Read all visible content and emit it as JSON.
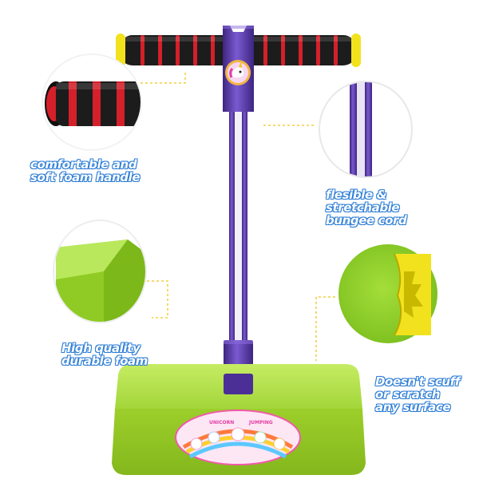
{
  "features": {
    "handle": {
      "line1": "comfortable and",
      "line2": "soft foam handle"
    },
    "cord": {
      "line1": "flesible &",
      "line2": "stretchable",
      "line3": "bungee cord"
    },
    "base": {
      "line1": "High quality",
      "line2": "durable foam"
    },
    "scuff": {
      "line1": "Doesn't scuff",
      "line2": "or scratch",
      "line3": "any surface"
    }
  },
  "decal": {
    "text_left": "UNICORN",
    "text_right": "JUMPING"
  },
  "colors": {
    "foam_black": "#1c1c1c",
    "foam_red": "#d3202a",
    "end_cap_yellow": "#f2e21e",
    "pole_purple": "#5a3aa3",
    "base_green": "#9bd12c",
    "label_blue": "#2f7fd6",
    "guide_line_yellow": "#f0c419"
  }
}
